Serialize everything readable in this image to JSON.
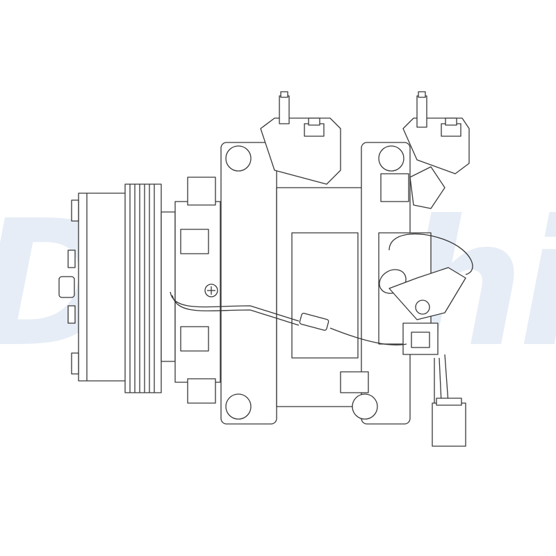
{
  "watermark": {
    "text": "Delphi",
    "color": "#e6edf6"
  },
  "drawing": {
    "subject": "ac-compressor-line-drawing",
    "stroke_color": "#333333",
    "parts": [
      "clutch-pulley",
      "compressor-body",
      "suction-port",
      "discharge-port",
      "electrical-connector",
      "wire-harness"
    ]
  }
}
